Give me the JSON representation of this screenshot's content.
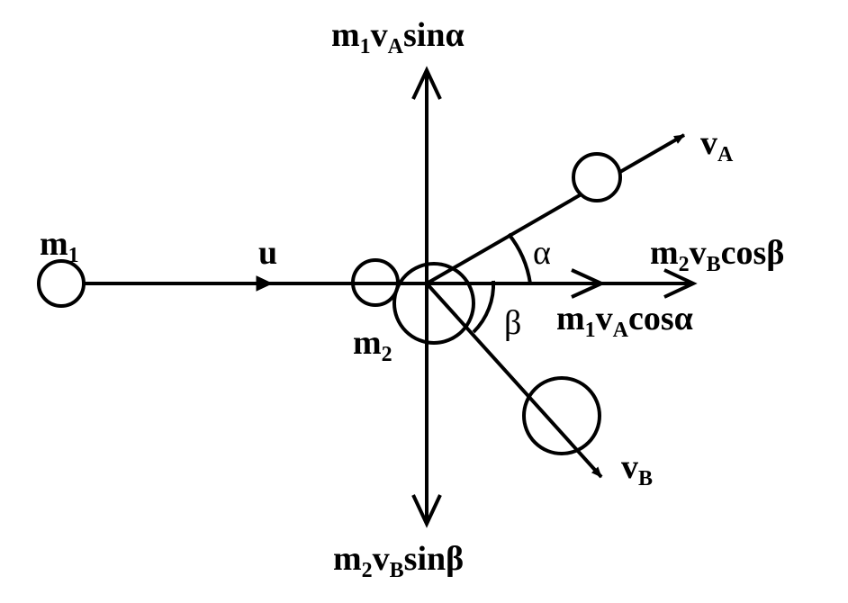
{
  "labels": {
    "m1": {
      "base": "m",
      "sub": "1"
    },
    "u": "u",
    "m2": {
      "base": "m",
      "sub": "2"
    },
    "alpha": "α",
    "beta": "β",
    "vA": {
      "base": "v",
      "sub": "A"
    },
    "vB": {
      "base": "v",
      "sub": "B"
    },
    "top": {
      "a": "m",
      "a_sub": "1",
      "b": "v",
      "b_sub": "A",
      "rest": "sinα"
    },
    "bottom": {
      "a": "m",
      "a_sub": "2",
      "b": "v",
      "b_sub": "B",
      "rest": "sinβ"
    },
    "right_upper": {
      "a": "m",
      "a_sub": "2",
      "b": "v",
      "b_sub": "B",
      "rest": "cosβ"
    },
    "right_lower": {
      "a": "m",
      "a_sub": "1",
      "b": "v",
      "b_sub": "A",
      "rest": "cosα"
    }
  }
}
